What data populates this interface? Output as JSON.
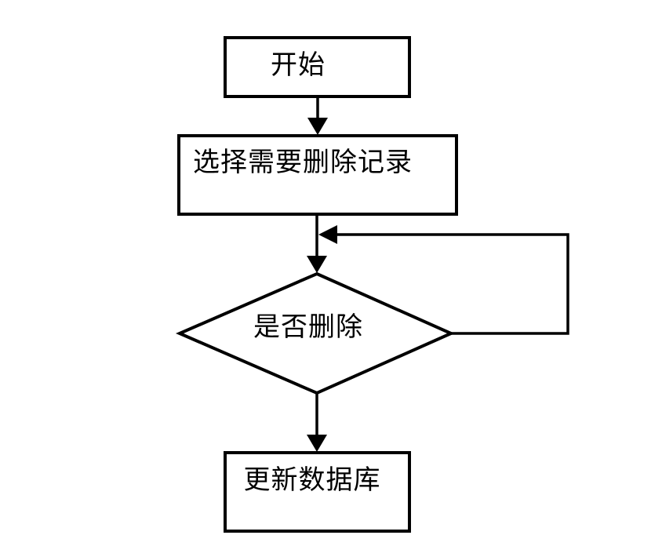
{
  "diagram": {
    "type": "flowchart",
    "nodes": {
      "start": {
        "label": "开始",
        "shape": "rectangle"
      },
      "select": {
        "label": "选择需要删除记录",
        "shape": "rectangle"
      },
      "decision": {
        "label": "是否删除",
        "shape": "diamond"
      },
      "update": {
        "label": "更新数据库",
        "shape": "rectangle"
      }
    },
    "edges": [
      {
        "from": "start",
        "to": "select",
        "style": "arrow-down"
      },
      {
        "from": "select",
        "to": "decision",
        "style": "arrow-down"
      },
      {
        "from": "decision",
        "to": "select-decision-junction",
        "style": "loop-right-up-left-arrow"
      },
      {
        "from": "decision",
        "to": "update",
        "style": "arrow-down"
      }
    ],
    "colors": {
      "stroke": "#000000",
      "text": "#000000",
      "background": "#ffffff"
    }
  }
}
